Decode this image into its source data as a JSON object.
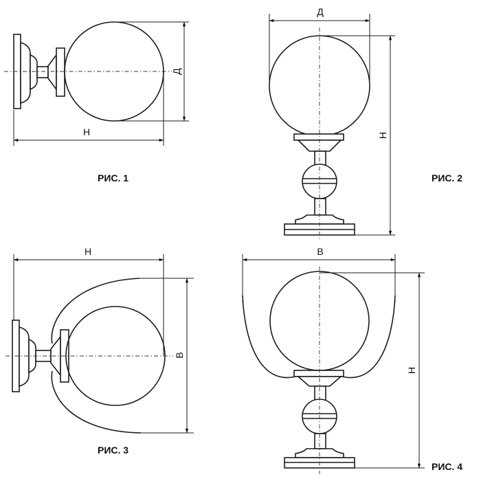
{
  "figures": [
    {
      "caption": "РИС. 1",
      "dims": {
        "height": "Д",
        "width": "Н"
      }
    },
    {
      "caption": "РИС. 2",
      "dims": {
        "top": "Д",
        "right": "Н"
      }
    },
    {
      "caption": "РИС. 3",
      "dims": {
        "top": "Н",
        "right": "В"
      }
    },
    {
      "caption": "РИС. 4",
      "dims": {
        "top": "В",
        "right": "Н"
      }
    }
  ]
}
